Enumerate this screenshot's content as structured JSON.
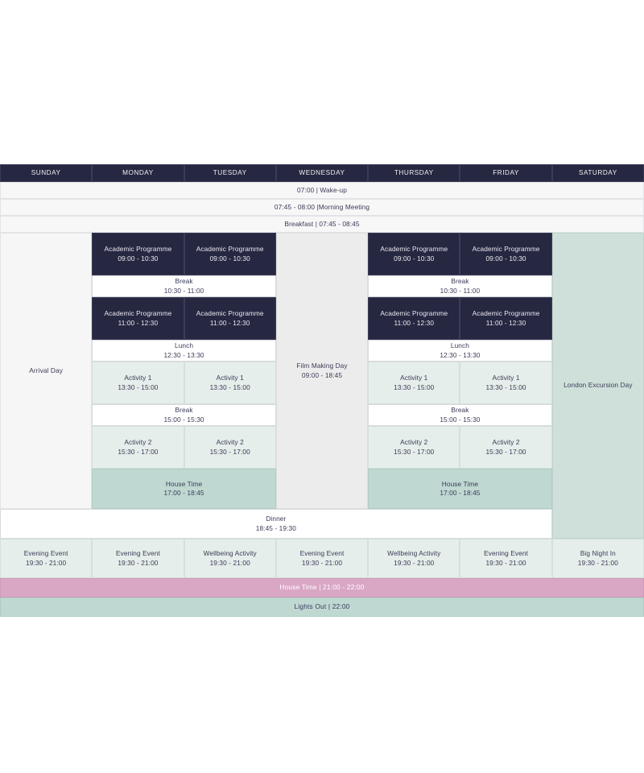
{
  "timetable": {
    "days": [
      "SUNDAY",
      "MONDAY",
      "TUESDAY",
      "WEDNESDAY",
      "THURSDAY",
      "FRIDAY",
      "SATURDAY"
    ],
    "banners": [
      {
        "text": "07:00  |  Wake-up"
      },
      {
        "text": "07:45 - 08:00  |Morning Meeting"
      },
      {
        "text": "Breakfast  |  07:45 - 08:45"
      }
    ],
    "full_day": {
      "sunday": {
        "title": "Arrival Day",
        "time": ""
      },
      "wednesday": {
        "title": "Film Making Day",
        "time": "09:00 - 18:45"
      },
      "saturday": {
        "title": "London Excursion Day",
        "time": ""
      }
    },
    "morning_block_1": {
      "title": "Academic Programme",
      "time": "09:00 - 10:30"
    },
    "break_1": {
      "title": "Break",
      "time": "10:30 - 11:00"
    },
    "morning_block_2": {
      "title": "Academic Programme",
      "time": "11:00 - 12:30"
    },
    "lunch": {
      "title": "Lunch",
      "time": "12:30 - 13:30"
    },
    "activity_1": {
      "title": "Activity 1",
      "time": "13:30 - 15:00"
    },
    "break_2": {
      "title": "Break",
      "time": "15:00 - 15:30"
    },
    "activity_2": {
      "title": "Activity 2",
      "time": "15:30 - 17:00"
    },
    "house_time_day": {
      "title": "House Time",
      "time": "17:00 - 18:45"
    },
    "dinner": {
      "title": "Dinner",
      "time": "18:45 - 19:30"
    },
    "evening": [
      {
        "title": "Evening Event",
        "time": "19:30 - 21:00"
      },
      {
        "title": "Evening Event",
        "time": "19:30 - 21:00"
      },
      {
        "title": "Wellbeing Activity",
        "time": "19:30 - 21:00"
      },
      {
        "title": "Evening Event",
        "time": "19:30 - 21:00"
      },
      {
        "title": "Wellbeing Activity",
        "time": "19:30 - 21:00"
      },
      {
        "title": "Evening Event",
        "time": "19:30 - 21:00"
      },
      {
        "title": "Big Night In",
        "time": "19:30 - 21:00"
      }
    ],
    "house_time_bar": {
      "text": "House Time  |  21:00  -  22:00"
    },
    "lights_out_bar": {
      "text": "Lights Out |  22:00"
    },
    "colors": {
      "navy": "#262741",
      "mint": "#e5eeea",
      "sage": "#bfd8d2",
      "sage_light": "#cfe0da",
      "gray": "#ececec",
      "light_gray": "#f6f6f6",
      "pink": "#d9a7c4",
      "text": "#3a3b57"
    }
  }
}
